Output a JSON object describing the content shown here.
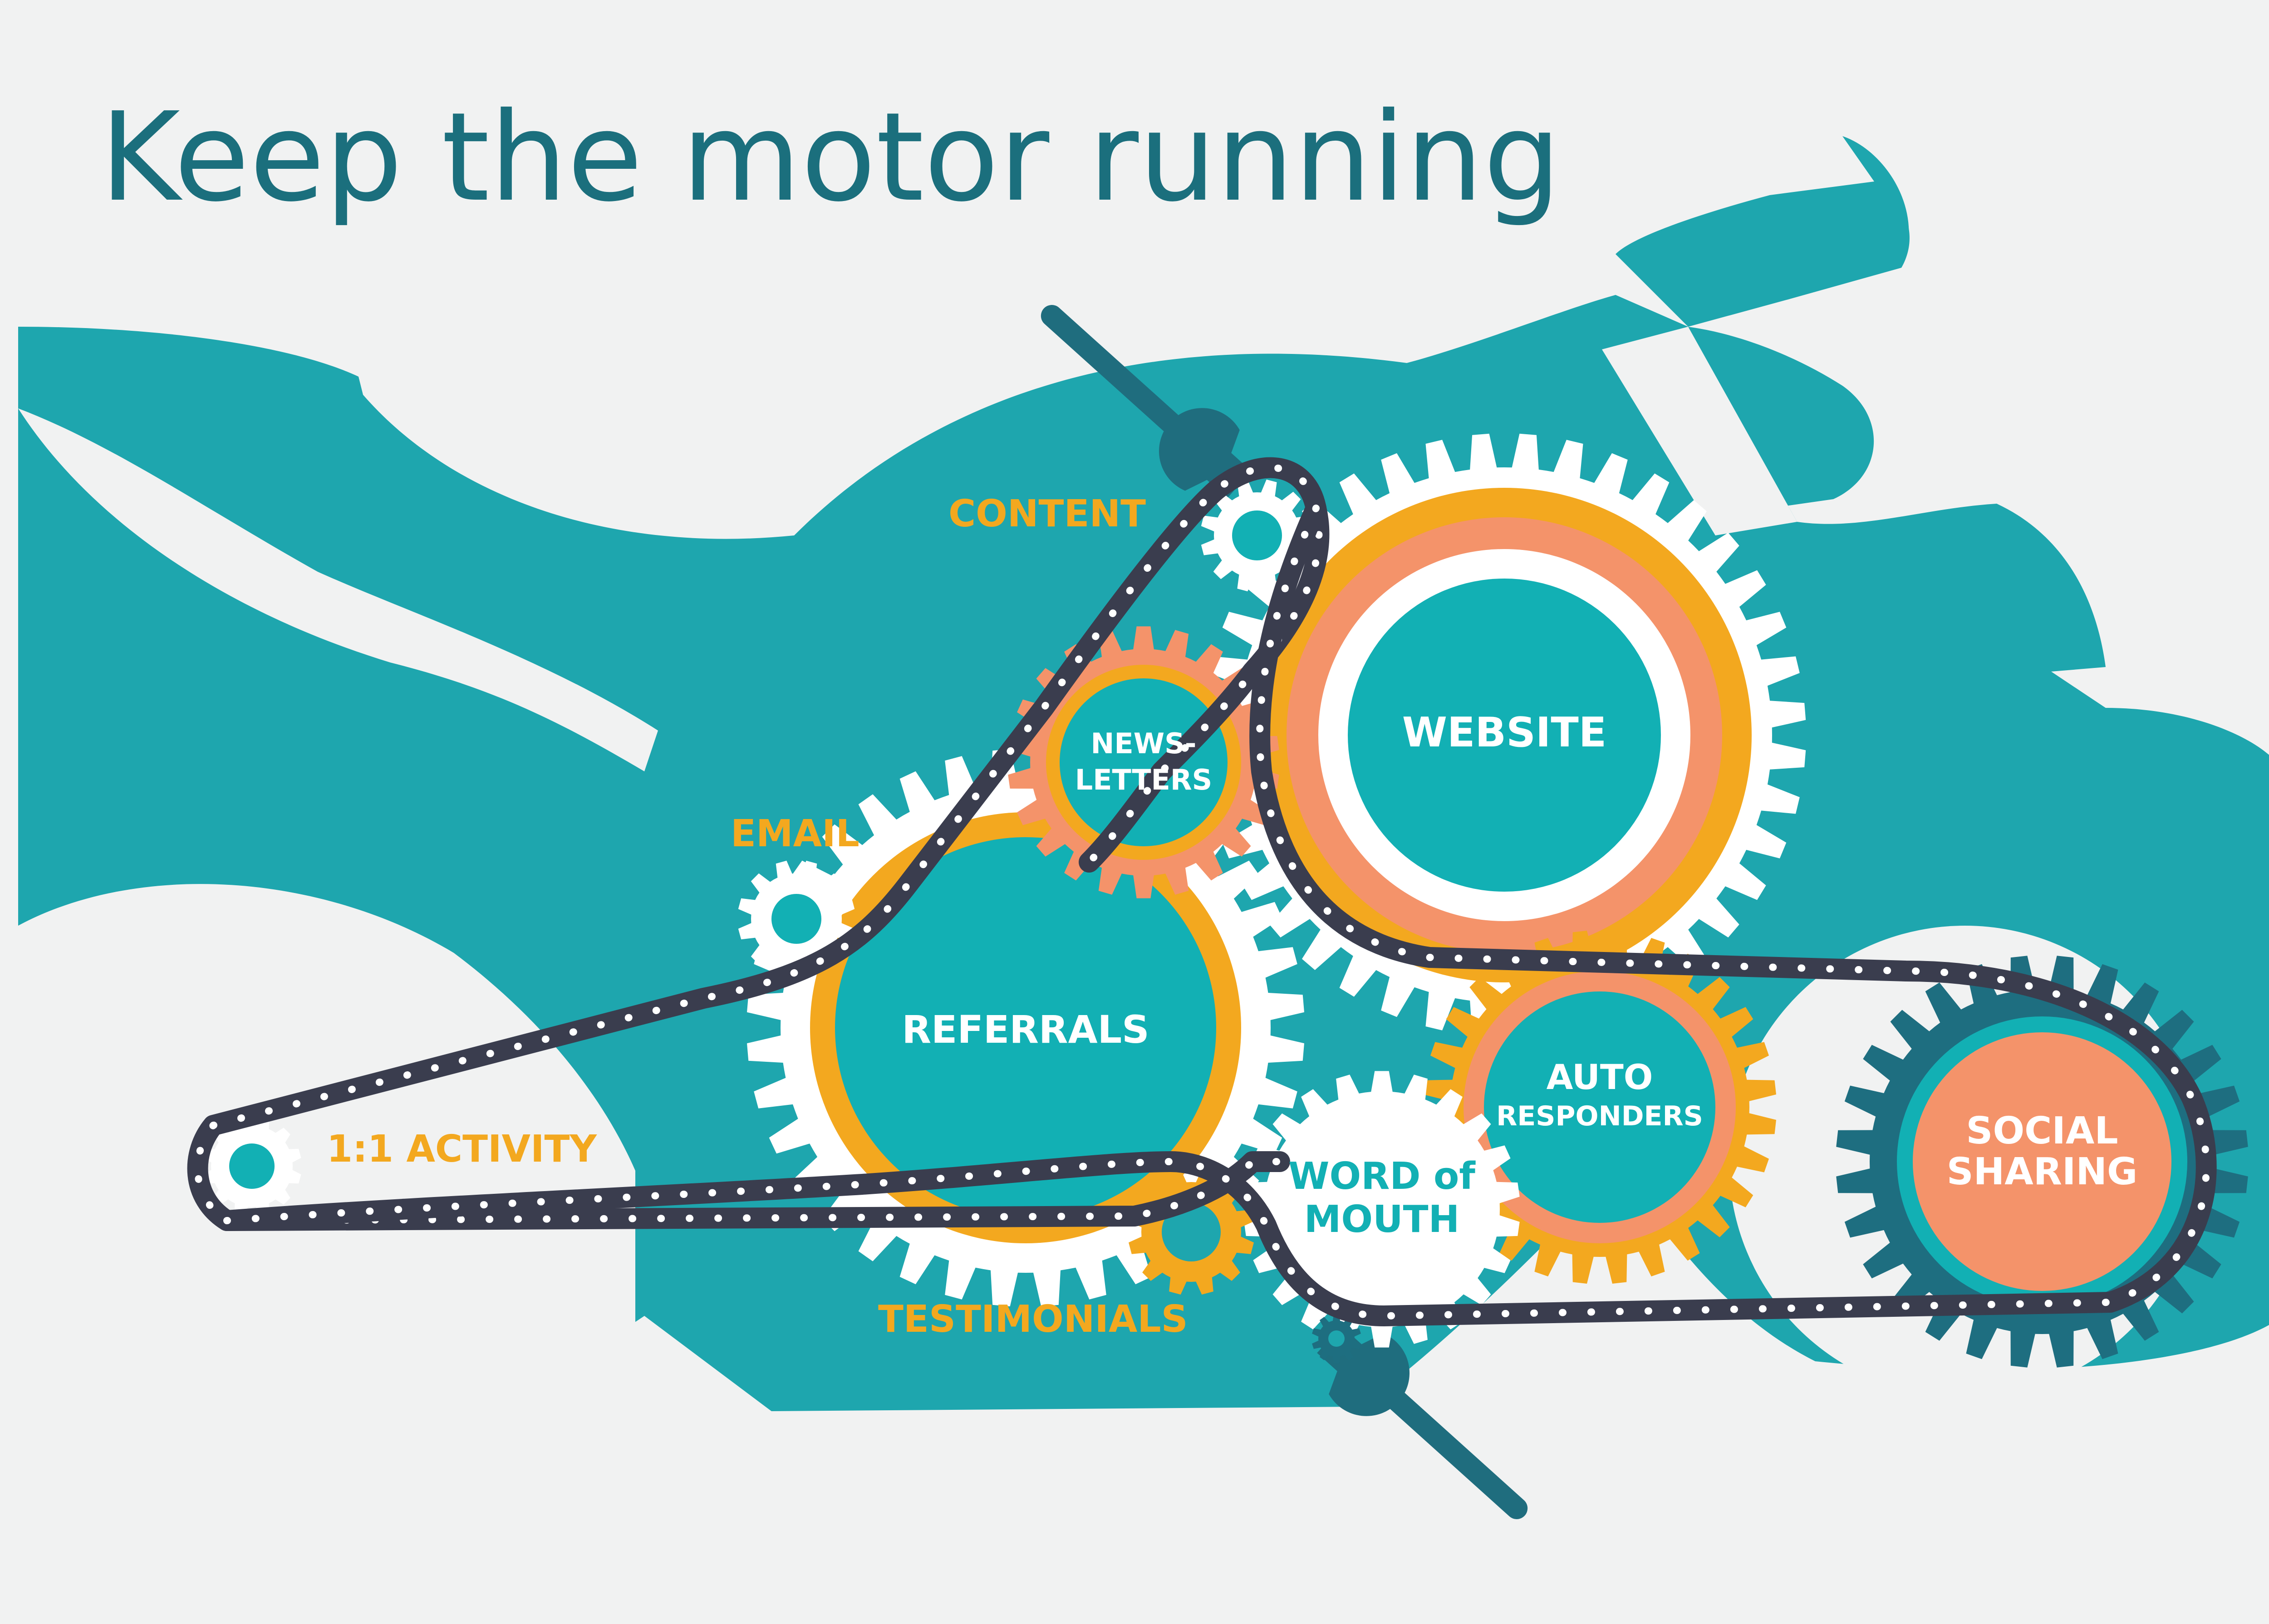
{
  "title": "Keep the motor running",
  "colors": {
    "background": "#f1f2f2",
    "bike": "#1ea6ae",
    "title": "#1b6f7d",
    "label": "#f3a81f",
    "orange": "#f4936a",
    "teal_gear": "#12b0b4",
    "chain": "#3a3d4e",
    "dark_teal": "#1e6e80"
  },
  "gears": {
    "website": "WEBSITE",
    "newsletters_line1": "NEWS-",
    "newsletters_line2": "LETTERS",
    "referrals": "REFERRALS",
    "autoresponders_line1": "AUTO",
    "autoresponders_line2": "RESPONDERS",
    "word_of_mouth_line1": "WORD of",
    "word_of_mouth_line2": "MOUTH",
    "social_sharing_line1": "SOCIAL",
    "social_sharing_line2": "SHARING"
  },
  "labels": {
    "content": "CONTENT",
    "email": "EMAIL",
    "one_to_one": "1:1 ACTIVITY",
    "testimonials": "TESTIMONIALS"
  },
  "icons": [
    "wrench-icon",
    "gear-icon",
    "chain-icon",
    "motorcycle-icon"
  ]
}
